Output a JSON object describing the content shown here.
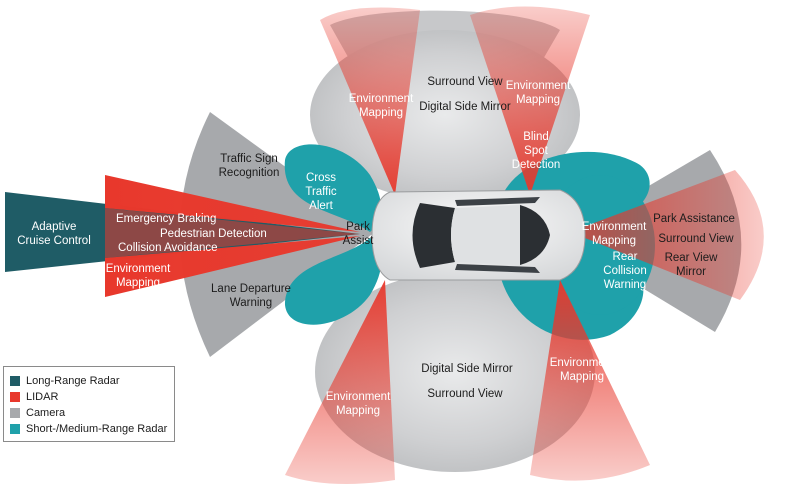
{
  "colors": {
    "long_range_radar": "#1f5c66",
    "lidar": "#e8382c",
    "camera": "#a7a9ac",
    "short_medium_radar": "#1fa1aa",
    "car_body": "#eceeef",
    "car_glass": "#2b2f33"
  },
  "legend": {
    "items": [
      {
        "label": "Long-Range Radar",
        "color": "#1f5c66"
      },
      {
        "label": "LIDAR",
        "color": "#e8382c"
      },
      {
        "label": "Camera",
        "color": "#a7a9ac"
      },
      {
        "label": "Short-/Medium-Range Radar",
        "color": "#1fa1aa"
      }
    ]
  },
  "labels": {
    "adaptive_cruise": "Adaptive\nCruise Control",
    "emergency_braking": "Emergency Braking",
    "pedestrian_detection": "Pedestrian Detection",
    "collision_avoidance": "Collision Avoidance",
    "env_mapping_front_lidar": "Environment\nMapping",
    "traffic_sign": "Traffic Sign\nRecognition",
    "lane_departure": "Lane Departure\nWarning",
    "cross_traffic": "Cross\nTraffic\nAlert",
    "park_assist_front": "Park\nAssist",
    "surround_view_top": "Surround View",
    "digital_mirror_top": "Digital Side Mirror",
    "env_mapping_top_left": "Environment\nMapping",
    "env_mapping_top_right": "Environment\nMapping",
    "blind_spot": "Blind\nSpot\nDetection",
    "env_mapping_rear_lidar": "Environment\nMapping",
    "park_assistance_rear": "Park Assistance",
    "surround_view_rear": "Surround View",
    "rear_view_mirror": "Rear View\nMirror",
    "rear_collision": "Rear\nCollision\nWarning",
    "digital_mirror_bottom": "Digital Side Mirror",
    "surround_view_bottom": "Surround View",
    "env_mapping_bottom_left": "Environment\nMapping",
    "env_mapping_bottom_right": "Environment\nMapping"
  }
}
